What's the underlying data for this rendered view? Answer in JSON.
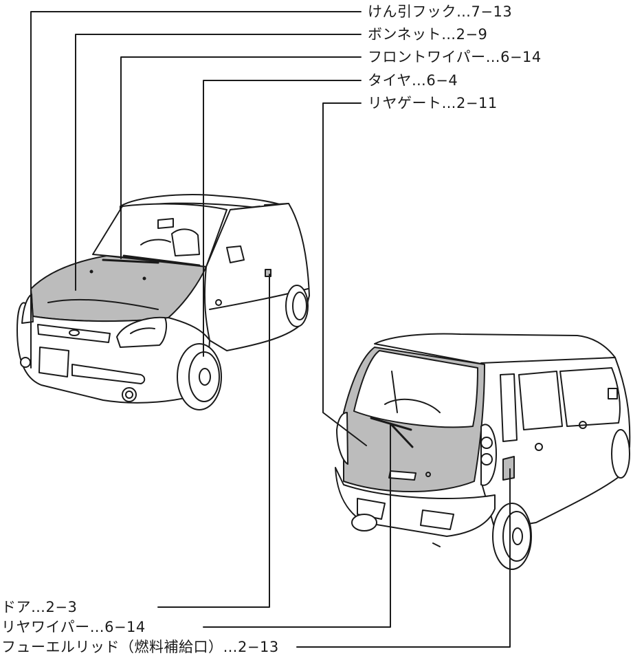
{
  "labels": {
    "tow_hook": "けん引フック…7−13",
    "bonnet": "ボンネット…2−9",
    "front_wiper": "フロントワイパー…6−14",
    "tire": "タイヤ…6−4",
    "rear_gate": "リヤゲート…2−11",
    "door": "ドア…2−3",
    "rear_wiper": "リヤワイパー…6−14",
    "fuel_lid": "フューエルリッド（燃料補給口）…2−13"
  },
  "colors": {
    "line": "#1a1a1a",
    "highlight": "#bcbcbc",
    "body_fill": "#ffffff"
  }
}
